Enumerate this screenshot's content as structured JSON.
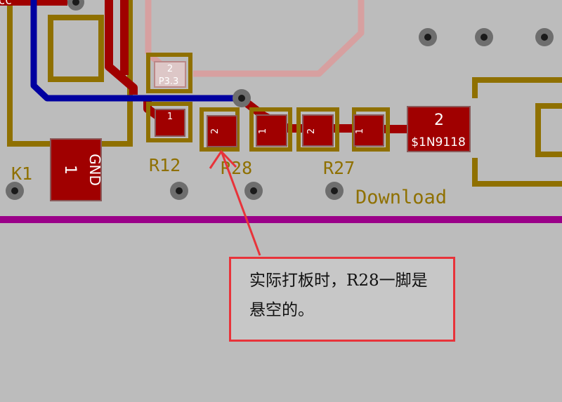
{
  "board": {
    "labels": {
      "k1": "K1",
      "r12": "R12",
      "r28": "R28",
      "r27": "R27",
      "download": "Download",
      "vcc_partial": "VCC"
    },
    "pads": {
      "r12_pin1": "1",
      "r28_pin2": "2",
      "r28_pin1": "1",
      "r27_pin2": "2",
      "r27_pin1": "1",
      "gnd_pin": "1",
      "gnd_net": "GND",
      "p33_pin": "2",
      "p33_net": "P3.3",
      "diode_pin": "2",
      "diode_net": "$1N9118"
    }
  },
  "annotation": {
    "text": "实际打板时，R28一脚是悬空的。"
  },
  "colors": {
    "background": "#bcbcbc",
    "silkscreen": "#8f7000",
    "copper": "#a00000",
    "blue_trace": "#0000a0",
    "purple_trace": "#9a0088",
    "highlight_trace": "#d7a0a0",
    "annotation": "#e8333a"
  }
}
